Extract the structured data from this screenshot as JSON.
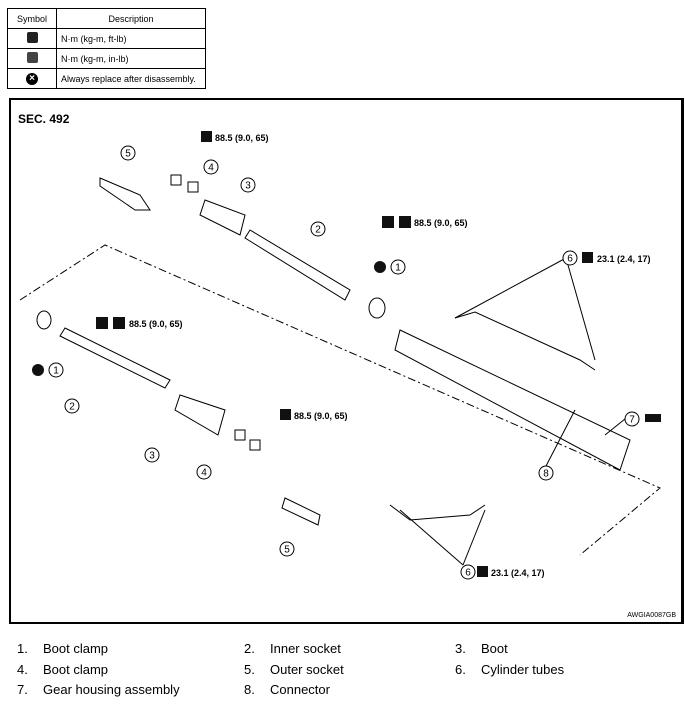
{
  "symbol_table": {
    "headers": [
      "Symbol",
      "Description"
    ],
    "rows": [
      {
        "icon": "torque-ft-lb-icon",
        "description": "N·m (kg-m, ft-lb)"
      },
      {
        "icon": "torque-in-lb-icon",
        "description": "N·m (kg-m, in-lb)"
      },
      {
        "icon": "replace-icon",
        "description": "Always replace after disassembly."
      }
    ]
  },
  "diagram": {
    "section": "SEC. 492",
    "image_id": "AWGIA0087GB",
    "callouts": [
      "1",
      "2",
      "3",
      "4",
      "5",
      "6",
      "7",
      "8"
    ],
    "torque_outer_nut": "88.5 (9.0, 65)",
    "torque_inner_socket": "88.5 (9.0, 65)",
    "torque_tube": "23.1 (2.4, 17)"
  },
  "legend": [
    {
      "num": "1.",
      "label": "Boot clamp"
    },
    {
      "num": "2.",
      "label": "Inner socket"
    },
    {
      "num": "3.",
      "label": "Boot"
    },
    {
      "num": "4.",
      "label": "Boot clamp"
    },
    {
      "num": "5.",
      "label": "Outer socket"
    },
    {
      "num": "6.",
      "label": "Cylinder tubes"
    },
    {
      "num": "7.",
      "label": "Gear housing assembly"
    },
    {
      "num": "8.",
      "label": "Connector"
    }
  ]
}
